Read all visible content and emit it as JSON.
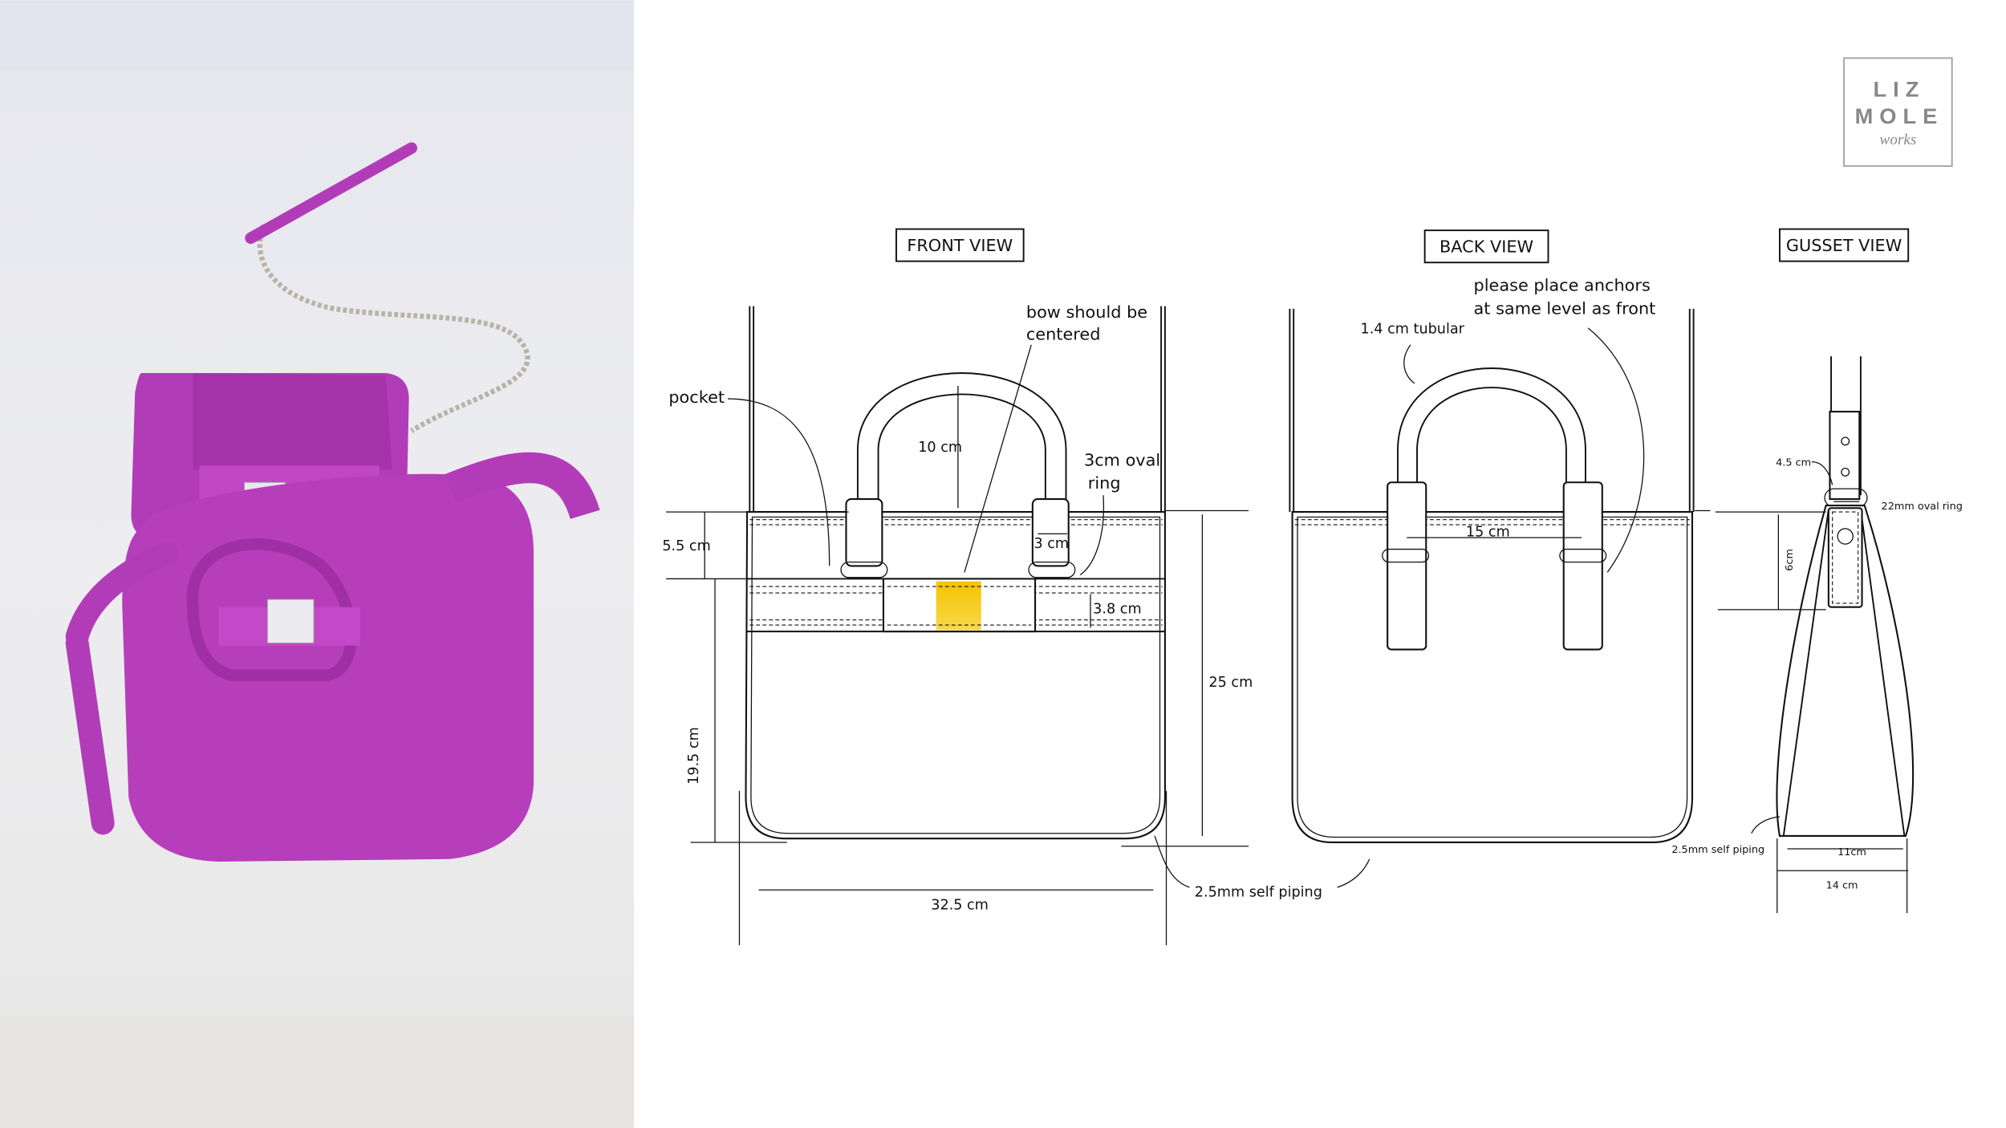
{
  "logo": {
    "line1": "LIZ",
    "line2": "MOLE",
    "line3": "works"
  },
  "views": {
    "front": "FRONT  VIEW",
    "back": "BACK VIEW",
    "gusset": "GUSSET VIEW"
  },
  "front_labels": {
    "pocket": "pocket",
    "bow_line1": "bow should be",
    "bow_line2": "centered",
    "handle_height": "10 cm",
    "ring_line1": "3cm oval",
    "ring_line2": "ring",
    "tab": "3 cm",
    "band": "3.8 cm",
    "top_band": "5.5 cm",
    "body_height": "19.5 cm",
    "total_height": "25 cm",
    "width": "32.5 cm",
    "piping": "2.5mm self piping"
  },
  "back_labels": {
    "tubular": "1.4 cm tubular",
    "anchors_line1": "please place anchors",
    "anchors_line2": "at same level as front",
    "handle_spacing": "15 cm"
  },
  "gusset_labels": {
    "tab_width": "4.5 cm",
    "ring": "22mm oval ring",
    "tab_height": "6cm",
    "piping": "2.5mm self piping",
    "bottom_inner": "11cm",
    "bottom_outer": "14 cm"
  },
  "colors": {
    "bag": "#b23cb8",
    "bow_accent": "#f5c400",
    "photo_bg": "#e9e9ec"
  }
}
